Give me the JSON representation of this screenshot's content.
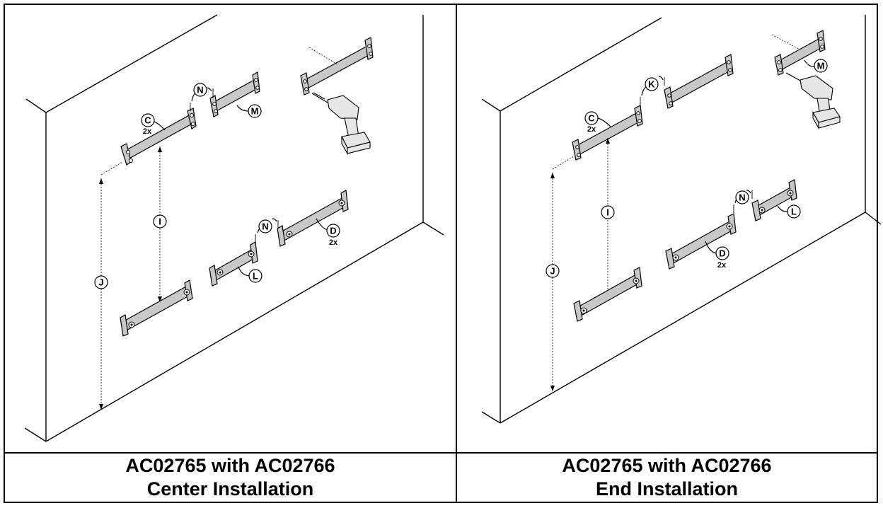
{
  "panels": [
    {
      "caption_line1": "AC02765 with AC02766",
      "caption_line2": "Center Installation",
      "labels": {
        "C": "C",
        "C_qty": "2x",
        "N": "N",
        "M": "M",
        "I": "I",
        "J": "J",
        "N2": "N",
        "D": "D",
        "D_qty": "2x",
        "L": "L"
      }
    },
    {
      "caption_line1": "AC02765 with AC02766",
      "caption_line2": "End Installation",
      "labels": {
        "C": "C",
        "C_qty": "2x",
        "K": "K",
        "M": "M",
        "I": "I",
        "J": "J",
        "N": "N",
        "D": "D",
        "D_qty": "2x",
        "L": "L"
      }
    }
  ],
  "icons": [
    "cordless-drill-icon",
    "screw-icon",
    "rail-bracket-icon"
  ]
}
